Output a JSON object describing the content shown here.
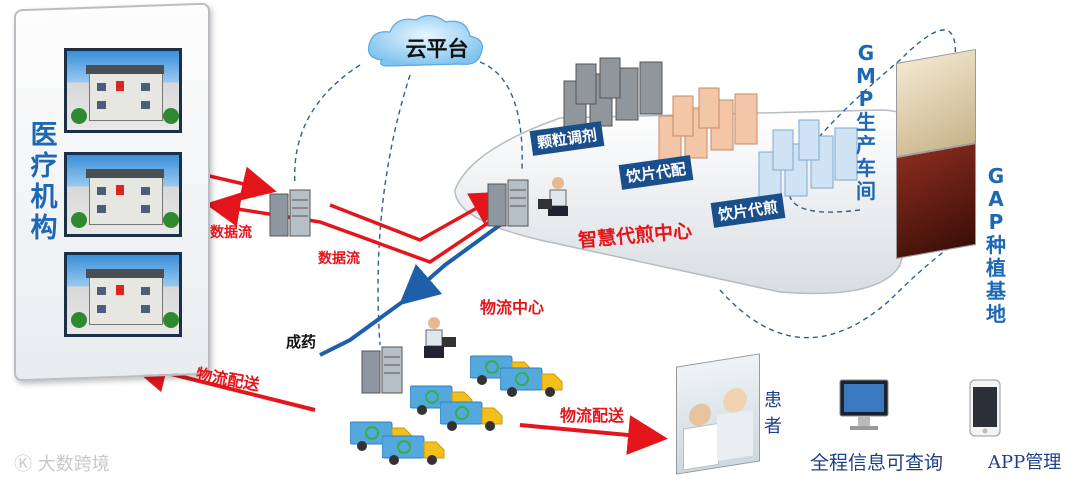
{
  "hospital": {
    "title_chars": [
      "医",
      "疗",
      "机",
      "构"
    ]
  },
  "cloud": {
    "label": "云平台"
  },
  "flows": {
    "data_flow_left": "数据流",
    "data_flow_right": "数据流",
    "finished_medicine": "成药",
    "logistics_center": "物流中心",
    "delivery_left": "物流配送",
    "delivery_right": "物流配送"
  },
  "decoction_center": {
    "title": "智慧代煎中心",
    "departments": [
      "颗粒调剂",
      "饮片代配",
      "饮片代煎"
    ]
  },
  "gmp": {
    "chars": [
      "G",
      "M",
      "P",
      "生",
      "产",
      "车",
      "间"
    ]
  },
  "gap": {
    "chars": [
      "G",
      "A",
      "P",
      "种",
      "植",
      "基",
      "地"
    ]
  },
  "patient": {
    "chars": [
      "患",
      "者"
    ]
  },
  "devices": {
    "info_query": "全程信息可查询",
    "app_manage": "APP管理"
  },
  "watermark": {
    "text": "大数跨境"
  },
  "colors": {
    "accent_red": "#e4161c",
    "accent_blue": "#1d67b3",
    "dept_bg": "#1a4f8c"
  }
}
